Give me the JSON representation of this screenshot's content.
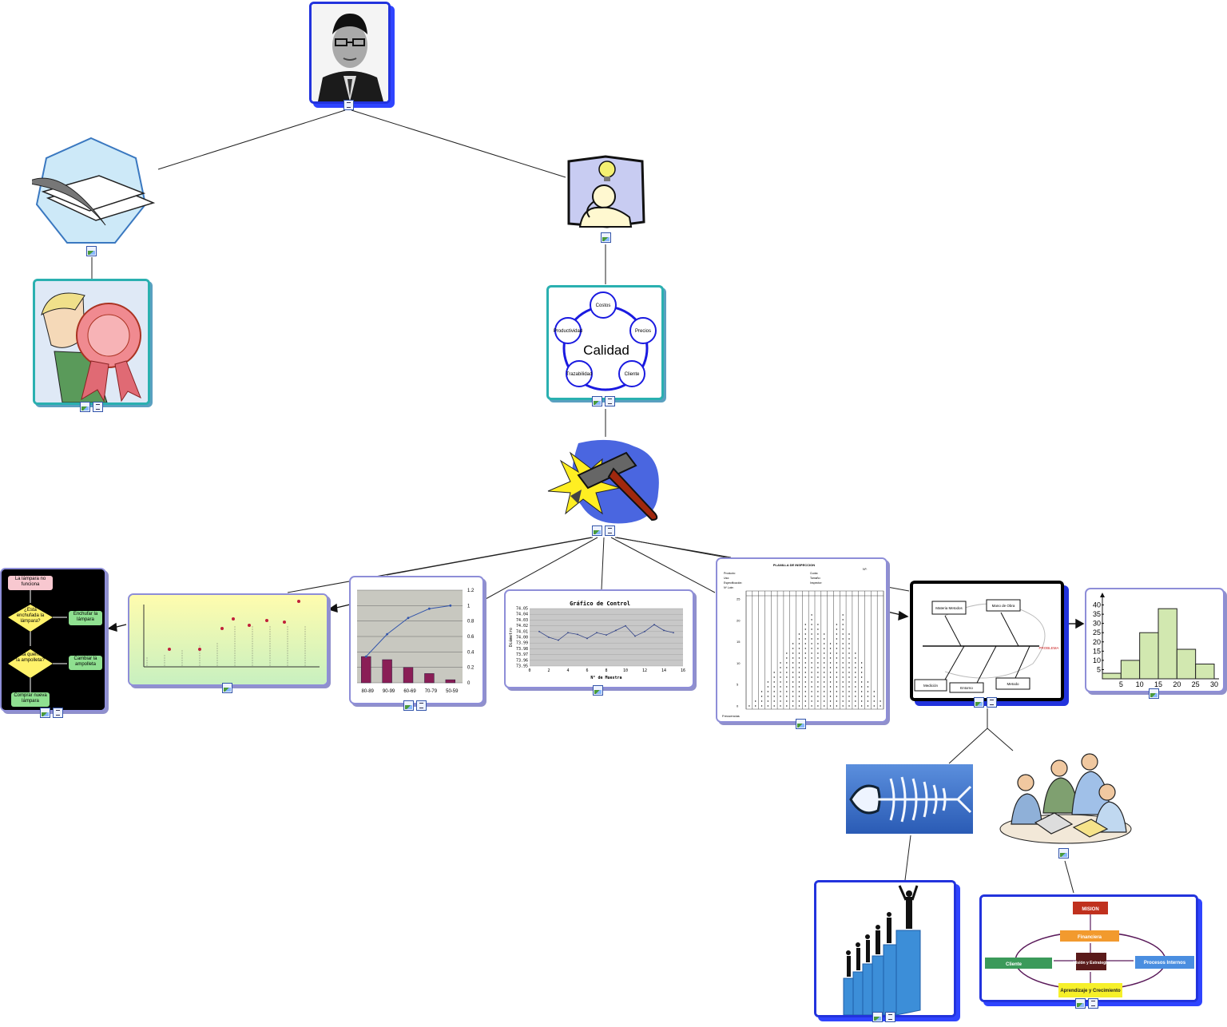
{
  "flowchart": {
    "start": "La lámpara no funciona",
    "q1": "¿Está enchufada la lámpara?",
    "a1": "Enchufar la lámpara",
    "q2": "¿Está quemada la ampolleta?",
    "a2": "Cambiar la ampolleta",
    "end": "Comprar nueva lámpara"
  },
  "quality": {
    "center": "Calidad",
    "satellites": [
      "Costos",
      "Precios",
      "Cliente",
      "Trazabilidad",
      "Productividad"
    ]
  },
  "pareto": {
    "ticks_right": [
      "1.2",
      "1",
      "0.8",
      "0.6",
      "0.4",
      "0.2",
      "0"
    ],
    "categories": [
      "80-89",
      "90-99",
      "60-69",
      "70-79",
      "50-59"
    ]
  },
  "control_chart": {
    "title": "Gráfico de Control",
    "ylabel": "Diámetro",
    "xlabel": "N° de Muestra",
    "yticks": [
      "74.05",
      "74.04",
      "74.03",
      "74.02",
      "74.01",
      "74.00",
      "73.99",
      "73.98",
      "73.97",
      "73.96",
      "73.95"
    ],
    "xticks": [
      "0",
      "2",
      "4",
      "6",
      "8",
      "10",
      "12",
      "14",
      "16"
    ]
  },
  "check_sheet": {
    "title": "PLANILLA DE INSPECCION",
    "number_label": "Nº:",
    "left_fields": [
      "Producto:",
      "Uso:",
      "Especificación:",
      "Nº Lote:"
    ],
    "right_fields": [
      "Cuota:",
      "Tamaño:",
      "Inspector:"
    ],
    "yticks": [
      "25",
      "20",
      "15",
      "10",
      "5",
      "0"
    ],
    "footer": "Frecuencias"
  },
  "fishbone": {
    "labels": [
      "Materia Metodos",
      "Mano de Obra",
      "Medición",
      "Entorno",
      "Metodo"
    ],
    "effect": "PROBLEMA"
  },
  "histogram": {
    "yticks": [
      "40",
      "35",
      "30",
      "25",
      "20",
      "15",
      "10",
      "5"
    ],
    "xticks": [
      "5",
      "10",
      "15",
      "20",
      "25",
      "30"
    ]
  },
  "scorecard": {
    "top": "MISION",
    "financial": "Financiera",
    "center": "Visión y Estrategia",
    "left": "Cliente",
    "right": "Procesos Internos",
    "bottom": "Aprendizaje y Crecimiento"
  },
  "chart_data": [
    {
      "type": "bar",
      "categories": [
        "80-89",
        "90-99",
        "60-69",
        "70-79",
        "50-59"
      ],
      "values": [
        0.34,
        0.3,
        0.2,
        0.12,
        0.04
      ],
      "line": [
        0.34,
        0.63,
        0.84,
        0.96,
        1.0
      ],
      "ylim": [
        0,
        1.2
      ]
    },
    {
      "type": "line",
      "title": "Gráfico de Control",
      "xlabel": "N° de Muestra",
      "ylabel": "Diámetro",
      "x": [
        1,
        2,
        3,
        4,
        5,
        6,
        7,
        8,
        9,
        10,
        11,
        12,
        13,
        14,
        15
      ],
      "values": [
        74.01,
        74.0,
        73.995,
        74.008,
        74.005,
        73.998,
        74.008,
        74.004,
        74.012,
        74.02,
        74.002,
        74.01,
        74.022,
        74.012,
        74.008
      ],
      "xlim": [
        0,
        16
      ],
      "ylim": [
        73.95,
        74.05
      ]
    },
    {
      "type": "bar",
      "categories": [
        "5",
        "10",
        "15",
        "20",
        "25",
        "30"
      ],
      "values": [
        3,
        10,
        25,
        38,
        16,
        8
      ],
      "ylim": [
        0,
        45
      ]
    }
  ]
}
